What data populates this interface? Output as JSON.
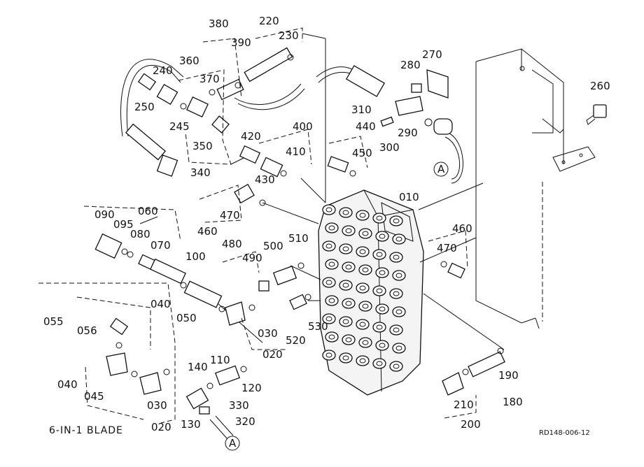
{
  "caption": "6-IN-1 BLADE",
  "reference": "RD148-006-12",
  "connector": "A",
  "parts": [
    "010",
    "020",
    "030",
    "040",
    "045",
    "050",
    "055",
    "056",
    "060",
    "070",
    "080",
    "090",
    "095",
    "100",
    "110",
    "120",
    "130",
    "140",
    "180",
    "190",
    "200",
    "210",
    "220",
    "230",
    "240",
    "245",
    "250",
    "260",
    "270",
    "280",
    "290",
    "300",
    "310",
    "320",
    "330",
    "340",
    "350",
    "360",
    "370",
    "380",
    "390",
    "400",
    "410",
    "420",
    "430",
    "440",
    "450",
    "460",
    "470",
    "480",
    "490",
    "500",
    "510",
    "520",
    "530"
  ]
}
